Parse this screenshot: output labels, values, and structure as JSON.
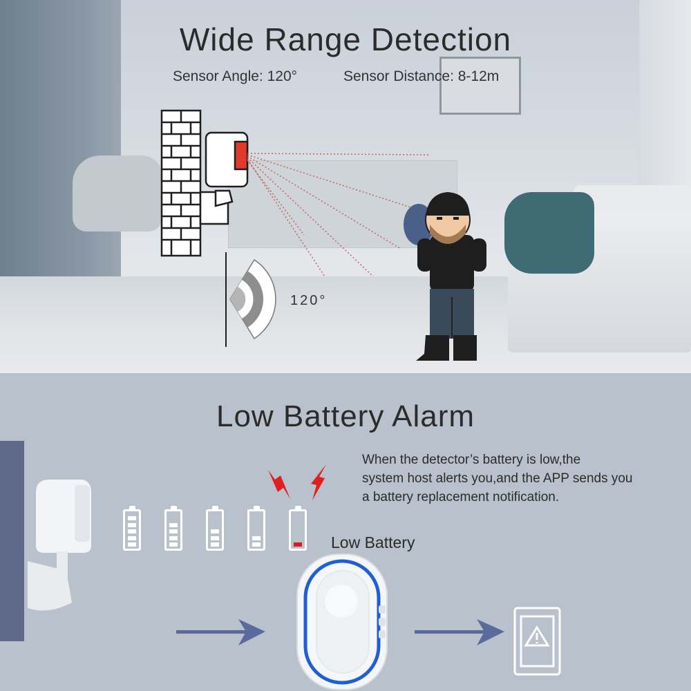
{
  "detection": {
    "title": "Wide Range Detection",
    "sensor_angle": "Sensor Angle: 120°",
    "sensor_distance": "Sensor Distance: 8-12m",
    "angle_label": "120°"
  },
  "battery_alarm": {
    "title": "Low Battery Alarm",
    "description_lines": [
      "When the detector’s battery is low,the",
      "system host alerts you,and the APP sends you",
      "a battery replacement notification."
    ],
    "host_label": "Low Battery",
    "battery_levels": [
      5,
      4,
      3,
      2,
      1
    ],
    "battery_max": 5
  },
  "colors": {
    "alert_red": "#d71e1e",
    "ring_blue": "#1f5fd6",
    "arrow_blue": "#5a6a9a",
    "shirt": "#1e1e1e",
    "pants": "#3b4a5a"
  },
  "icons": [
    "brick-wall-icon",
    "motion-sensor-icon",
    "detection-angle-icon",
    "person-figure",
    "battery-icon",
    "lightning-alert-icon",
    "host-hub-icon",
    "arrow-right-icon",
    "phone-warning-icon"
  ]
}
